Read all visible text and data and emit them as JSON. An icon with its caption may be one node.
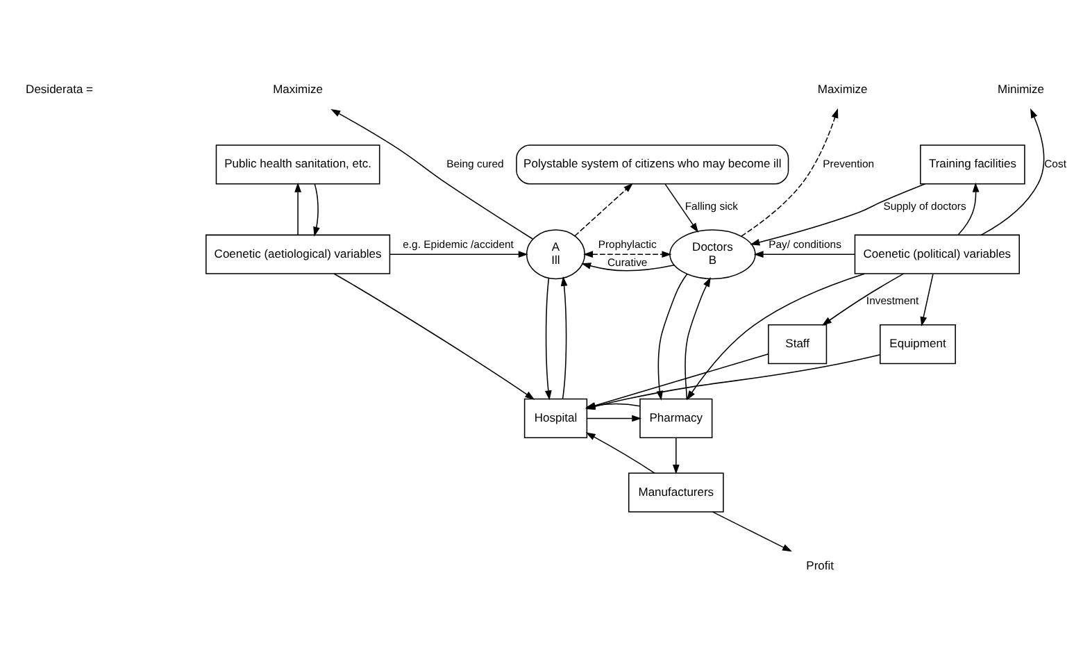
{
  "diagram": {
    "nodes": [
      {
        "text": [
          "Maximize"
        ]
      },
      {
        "text": [
          "Maximize"
        ]
      },
      {
        "text": [
          "Minimize"
        ]
      },
      {
        "text": [
          "Public health sanitation, etc."
        ]
      },
      {
        "text": [
          "Polystable system of citizens who may become ill"
        ]
      },
      {
        "text": [
          "Training facilities"
        ]
      },
      {
        "text": [
          "Coenetic (aetiological) variables"
        ]
      },
      {
        "text": [
          "A",
          "Ill"
        ]
      },
      {
        "text": [
          "Doctors",
          "B"
        ]
      },
      {
        "text": [
          "Coenetic (political) variables"
        ]
      },
      {
        "text": [
          "Hospital"
        ]
      },
      {
        "text": [
          "Pharmacy"
        ]
      },
      {
        "text": [
          "Manufacturers"
        ]
      },
      {
        "text": [
          "Staff"
        ]
      },
      {
        "text": [
          "Equipment"
        ]
      },
      {
        "text": [
          "Profit"
        ]
      }
    ],
    "edges": [
      {
        "from": 7,
        "to": 0,
        "arrow": "to",
        "label": "Being cured"
      },
      {
        "from": 7,
        "to": 4,
        "arrow": "to",
        "style": "dashed"
      },
      {
        "from": 4,
        "to": 8,
        "arrow": "to",
        "label": "Falling sick"
      },
      {
        "from": 8,
        "to": 1,
        "arrow": "to",
        "style": "dashed",
        "label": "Prevention"
      },
      {
        "from": 5,
        "to": 8,
        "arrow": "to",
        "label": "Supply of doctors"
      },
      {
        "from": 9,
        "to": 5,
        "arrow": "to"
      },
      {
        "from": 9,
        "to": 2,
        "arrow": "to",
        "label": "Cost"
      },
      {
        "from": 9,
        "to": 8,
        "arrow": "to",
        "label": "Pay/ conditions"
      },
      {
        "from": 9,
        "to": 11,
        "arrow": "to"
      },
      {
        "from": 9,
        "to": 13,
        "arrow": "to",
        "label": "Investment"
      },
      {
        "from": 9,
        "to": 14,
        "arrow": "to"
      },
      {
        "from": 6,
        "to": 3,
        "arrow": "to"
      },
      {
        "from": 3,
        "to": 6,
        "arrow": "to"
      },
      {
        "from": 6,
        "to": 7,
        "arrow": "to",
        "label": "e.g. Epidemic /accident"
      },
      {
        "from": 6,
        "to": 10,
        "arrow": "to"
      },
      {
        "from": 7,
        "to": 8,
        "arrow": "both",
        "style": "dashed",
        "label": "Prophylactic"
      },
      {
        "from": 8,
        "to": 7,
        "arrow": "to",
        "label": "Curative"
      },
      {
        "from": 7,
        "to": 10,
        "arrow": "to"
      },
      {
        "from": 10,
        "to": 7,
        "arrow": "to"
      },
      {
        "from": 8,
        "to": 11,
        "arrow": "to"
      },
      {
        "from": 11,
        "to": 8,
        "arrow": "to"
      },
      {
        "from": 10,
        "to": 11,
        "arrow": "to"
      },
      {
        "from": 11,
        "to": 10,
        "arrow": "to"
      },
      {
        "from": 12,
        "to": 10,
        "arrow": "to"
      },
      {
        "from": 11,
        "to": 12,
        "arrow": "to"
      },
      {
        "from": 12,
        "to": 15,
        "arrow": "to"
      },
      {
        "from": 13,
        "to": 10,
        "arrow": "to"
      },
      {
        "from": 14,
        "to": 10,
        "arrow": "to"
      }
    ],
    "labels": [
      "Desiderata ="
    ]
  }
}
